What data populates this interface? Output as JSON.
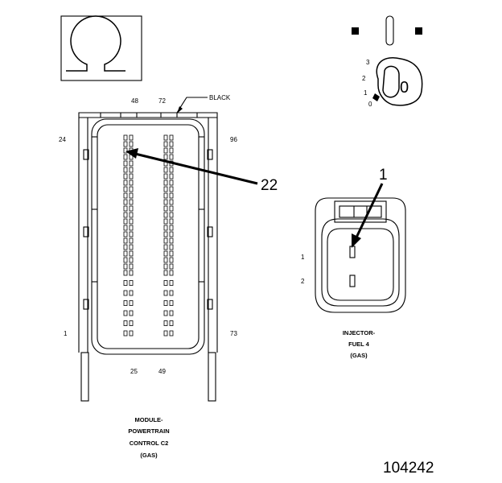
{
  "ohmmeter": {
    "symbol": "Ω"
  },
  "ignition_switch": {
    "positions": [
      "3",
      "2",
      "1",
      "0"
    ],
    "key_label": "0"
  },
  "pcm_connector": {
    "color_label": "BLACK",
    "pin_labels": {
      "top_left": "48",
      "top_right": "72",
      "left_top": "24",
      "right_top": "96",
      "left_bottom": "1",
      "right_bottom": "73",
      "bottom_left": "25",
      "bottom_right": "49"
    },
    "callout": "22",
    "caption": [
      "MODULE-",
      "POWERTRAIN",
      "CONTROL C2",
      "(GAS)"
    ]
  },
  "injector_connector": {
    "pin_labels": [
      "1",
      "2"
    ],
    "callout": "1",
    "caption": [
      "INJECTOR-",
      "FUEL 4",
      "(GAS)"
    ]
  },
  "figure_number": "104242"
}
